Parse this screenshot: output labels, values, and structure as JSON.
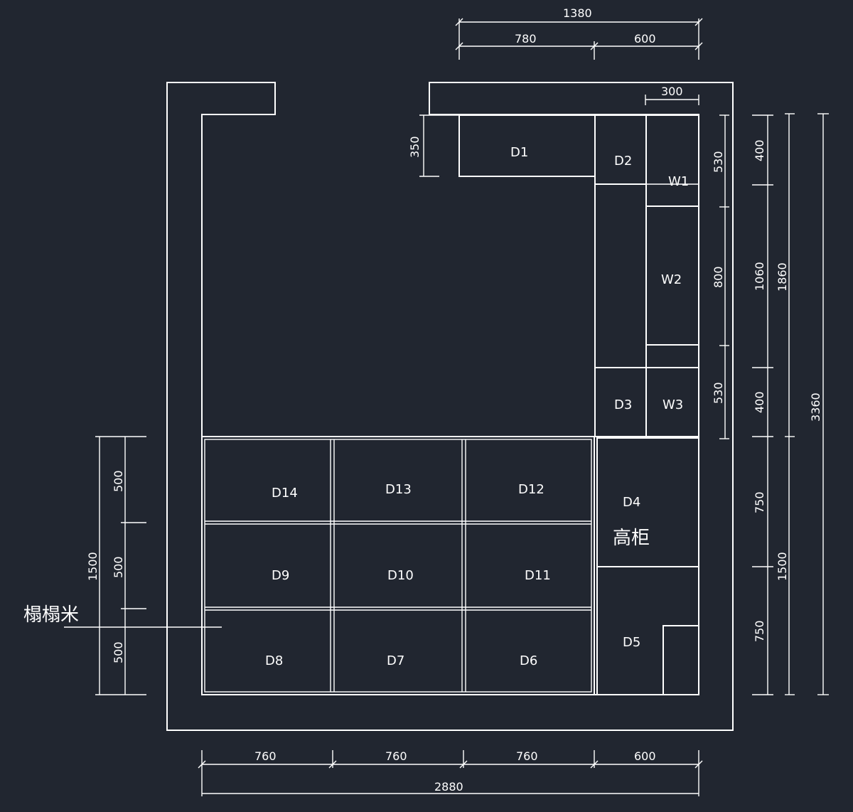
{
  "labels": {
    "d1": "D1",
    "d2": "D2",
    "d3": "D3",
    "d4": "D4",
    "d4_sub": "高柜",
    "d5": "D5",
    "d6": "D6",
    "d7": "D7",
    "d8": "D8",
    "d9": "D9",
    "d10": "D10",
    "d11": "D11",
    "d12": "D12",
    "d13": "D13",
    "d14": "D14",
    "w1": "W1",
    "w2": "W2",
    "w3": "W3",
    "tatami": "榻榻米"
  },
  "dims": {
    "top_total": "1380",
    "top_a": "780",
    "top_b": "600",
    "top_300": "300",
    "d1_depth": "350",
    "right_530a": "530",
    "right_800": "800",
    "right_530b": "530",
    "r2_400a": "400",
    "r2_1060": "1060",
    "r2_400b": "400",
    "r2_750a": "750",
    "r2_750b": "750",
    "r3_1860": "1860",
    "r3_1500": "1500",
    "r4_3360": "3360",
    "left_500a": "500",
    "left_500b": "500",
    "left_500c": "500",
    "left_1500": "1500",
    "bot_760a": "760",
    "bot_760b": "760",
    "bot_760c": "760",
    "bot_600": "600",
    "bot_total": "2880"
  }
}
